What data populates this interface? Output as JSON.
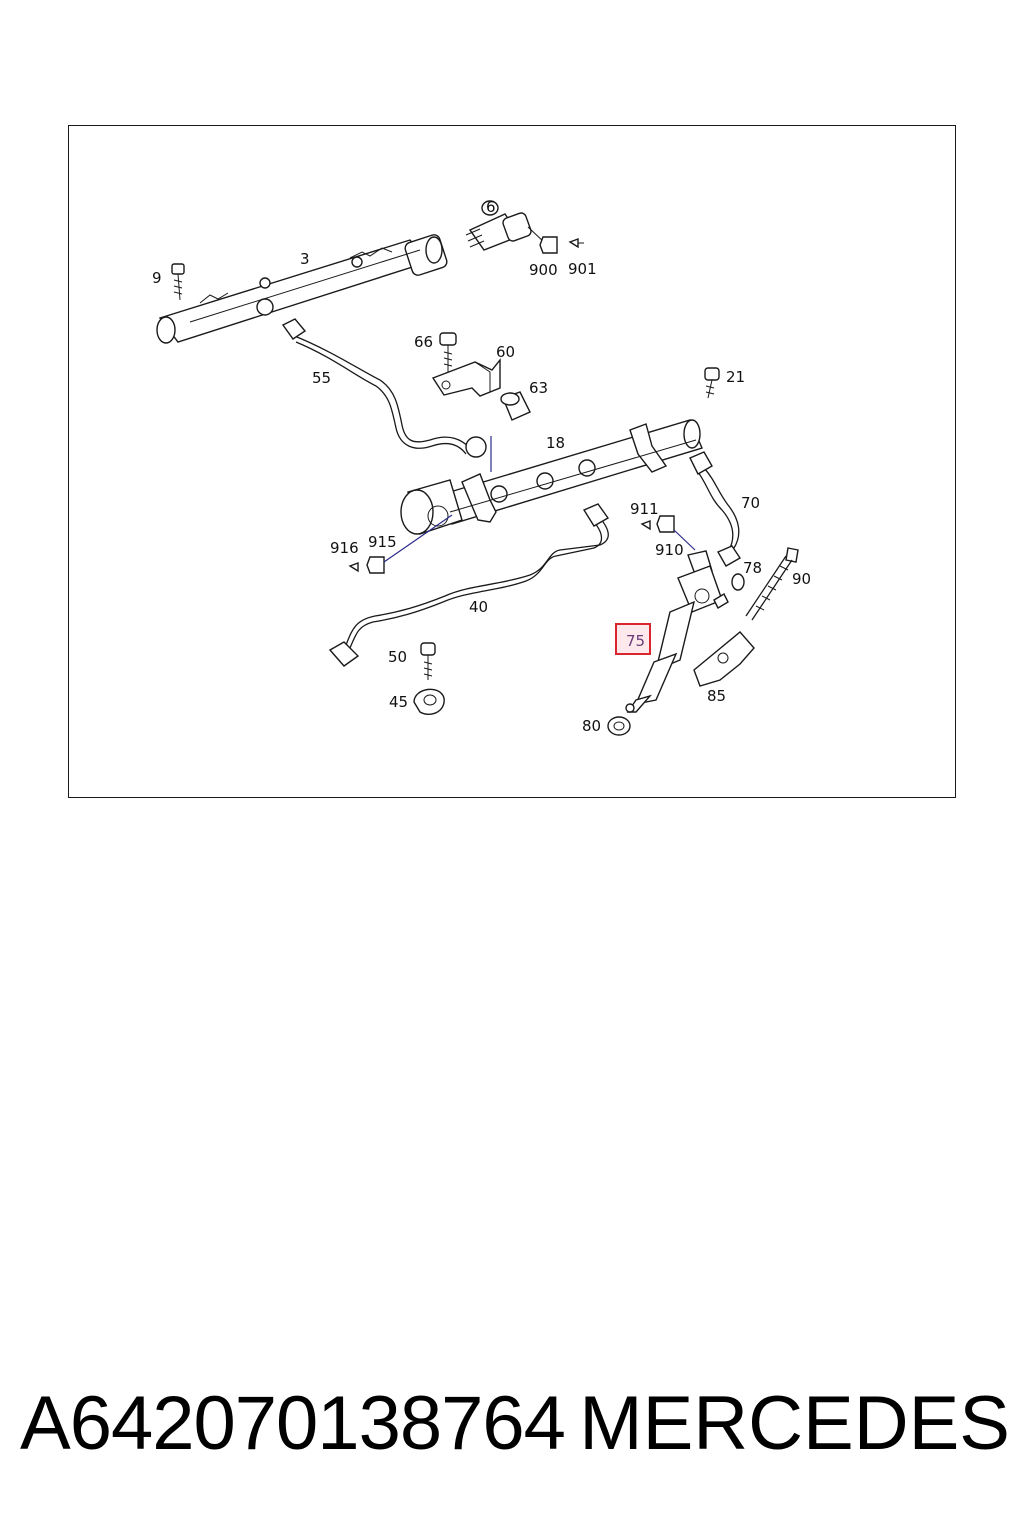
{
  "diagram": {
    "highlighted_callout": "75",
    "callouts": {
      "c3": "3",
      "c6": "6",
      "c9": "9",
      "c900": "900",
      "c901": "901",
      "c66": "66",
      "c60": "60",
      "c63": "63",
      "c55": "55",
      "c21": "21",
      "c18": "18",
      "c70": "70",
      "c911": "911",
      "c910": "910",
      "c916": "916",
      "c915": "915",
      "c78": "78",
      "c90": "90",
      "c40": "40",
      "c75": "75",
      "c50": "50",
      "c85": "85",
      "c45": "45",
      "c80": "80"
    },
    "colors": {
      "highlight_border": "#d9262e",
      "highlight_fill": "#fde8ec",
      "leader": "#2a2a8a"
    }
  },
  "footer": {
    "part_number": "A642070138764",
    "brand": "MERCEDES"
  }
}
